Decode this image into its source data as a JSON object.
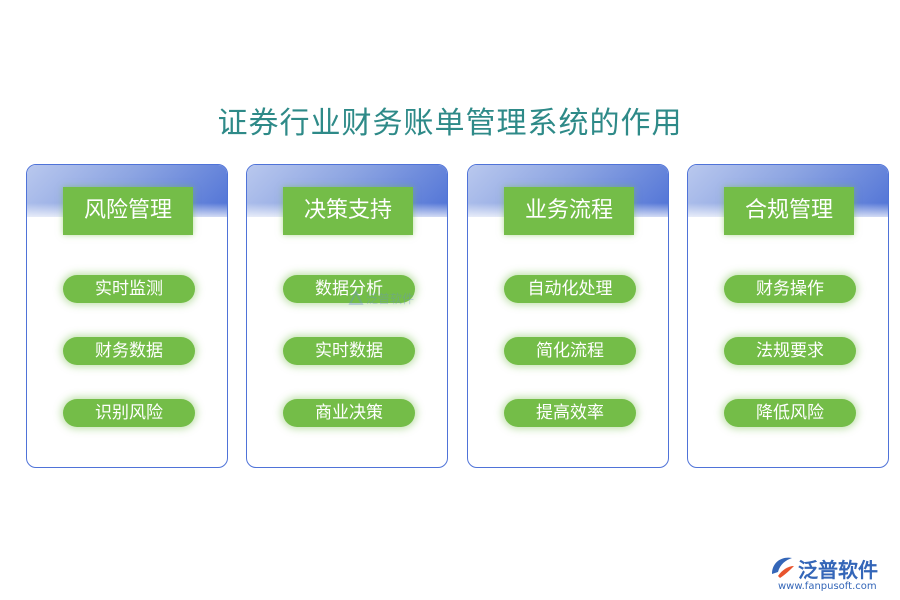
{
  "title": "证券行业财务账单管理系统的作用",
  "colors": {
    "title": "#2e8a88",
    "card_border": "#4f73d8",
    "card_gradient_light": "#b9c8ee",
    "card_gradient_dark": "#4f72d6",
    "green": "#74bd48",
    "logo": "#3466b8"
  },
  "cards": [
    {
      "header": "风险管理",
      "items": [
        "实时监测",
        "财务数据",
        "识别风险"
      ]
    },
    {
      "header": "决策支持",
      "items": [
        "数据分析",
        "实时数据",
        "商业决策"
      ]
    },
    {
      "header": "业务流程",
      "items": [
        "自动化处理",
        "简化流程",
        "提高效率"
      ]
    },
    {
      "header": "合规管理",
      "items": [
        "财务操作",
        "法规要求",
        "降低风险"
      ]
    }
  ],
  "watermark": {
    "text": "泛普软件"
  },
  "logo": {
    "name": "泛普软件",
    "url": "www.fanpusoft.com",
    "icon": "fanpu-logo-icon"
  }
}
